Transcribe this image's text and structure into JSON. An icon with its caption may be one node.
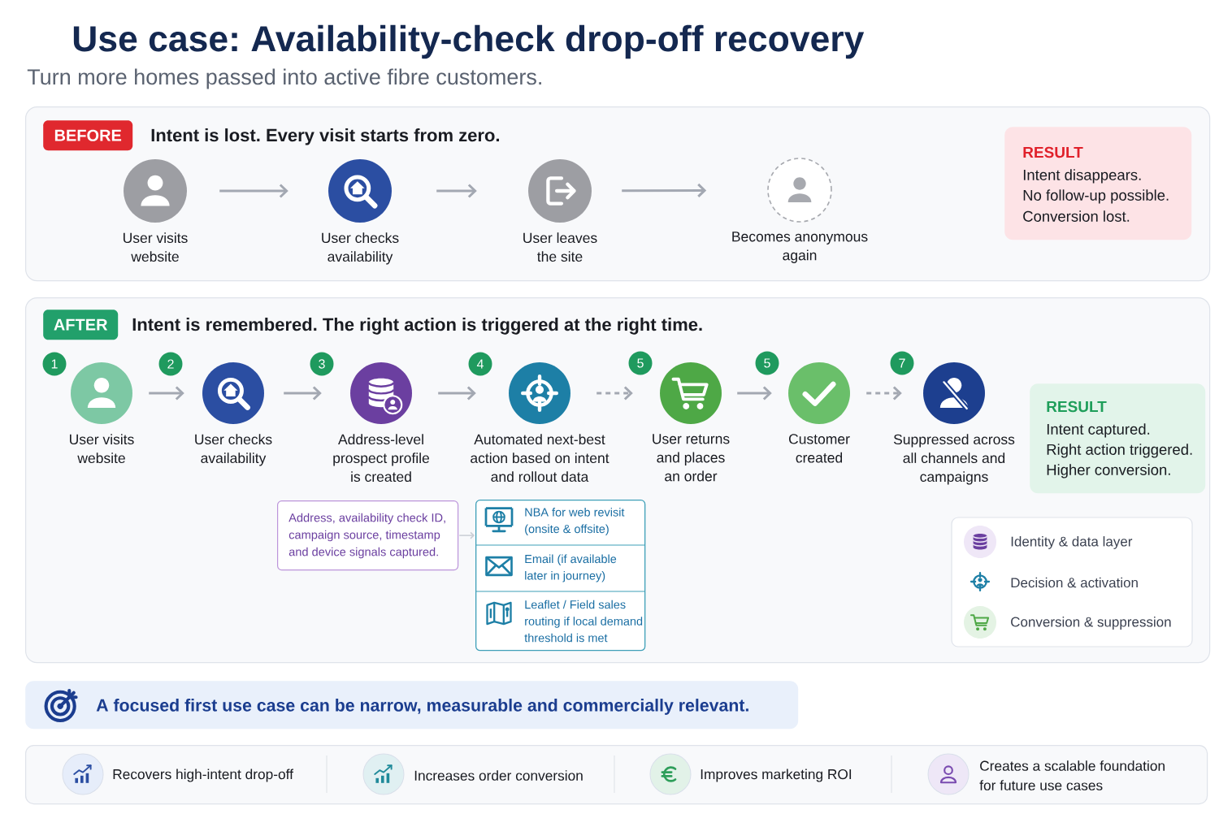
{
  "diagram": {
    "title": "Use case: Availability-check drop-off recovery",
    "nodes": [
      {
        "text": [
          "Intent is lost. Every visit starts from zero."
        ]
      },
      {
        "text": [
          "BEFORE"
        ],
        "in": 0
      },
      {
        "text": [
          "User visits website"
        ],
        "in": 0
      },
      {
        "text": [
          "User checks availability"
        ],
        "in": 0
      },
      {
        "text": [
          "User leaves the site"
        ],
        "in": 0
      },
      {
        "text": [
          "Becomes anonymous again"
        ],
        "in": 0
      },
      {
        "text": [
          "RESULT",
          "Intent disappears.",
          "No follow-up possible.",
          "Conversion lost."
        ],
        "in": 0
      },
      {
        "text": [
          "Intent is remembered. The right action is triggered at the right time."
        ]
      },
      {
        "text": [
          "AFTER"
        ],
        "in": 7
      },
      {
        "text": [
          "User visits website"
        ],
        "beside": [
          "1"
        ],
        "in": 7
      },
      {
        "text": [
          "User checks availability"
        ],
        "beside": [
          "2"
        ],
        "in": 7
      },
      {
        "text": [
          "Address-level prospect profile is created"
        ],
        "beside": [
          "3"
        ],
        "in": 7
      },
      {
        "text": [
          "Automated next-best action based on intent and rollout data"
        ],
        "beside": [
          "4"
        ],
        "in": 7
      },
      {
        "text": [
          "User returns and places an order"
        ],
        "beside": [
          "5"
        ],
        "in": 7
      },
      {
        "text": [
          "Customer created"
        ],
        "beside": [
          "5"
        ],
        "in": 7
      },
      {
        "text": [
          "Suppressed across all channels and campaigns"
        ],
        "beside": [
          "7"
        ],
        "in": 7
      },
      {
        "text": [
          "RESULT",
          "Intent captured.",
          "Right action triggered.",
          "Higher conversion."
        ],
        "in": 7
      },
      {
        "text": [
          "Address, availability check ID, campaign source, timestamp and device signals captured."
        ],
        "in": 7
      },
      {
        "text": [],
        "shape": "box",
        "in": 7
      },
      {
        "text": [
          "NBA for web revisit (onsite & offsite)"
        ],
        "in": 18
      },
      {
        "text": [
          "Email (if available later in journey)"
        ],
        "in": 18
      },
      {
        "text": [
          "Leaflet / Field sales routing if local demand threshold is met"
        ],
        "in": 18
      },
      {
        "text": [
          "A focused first use case can be narrow, measurable and commercially relevant."
        ]
      },
      {
        "text": [
          "Recovers high-intent drop-off",
          "Increases order conversion",
          "Improves marketing ROI",
          "Creates a scalable foundation for future use cases"
        ]
      }
    ],
    "edges": [
      {
        "from": 2,
        "to": 3,
        "arrow": "to"
      },
      {
        "from": 3,
        "to": 4,
        "arrow": "to"
      },
      {
        "from": 4,
        "to": 5,
        "arrow": "to"
      },
      {
        "from": 9,
        "to": 10,
        "arrow": "to"
      },
      {
        "from": 10,
        "to": 11,
        "arrow": "to"
      },
      {
        "from": 11,
        "to": 12,
        "arrow": "to"
      },
      {
        "from": 12,
        "to": 13,
        "arrow": "to",
        "style": "dashed"
      },
      {
        "from": 13,
        "to": 14,
        "arrow": "to"
      },
      {
        "from": 14,
        "to": 15,
        "arrow": "to",
        "style": "dashed"
      },
      {
        "from": 17,
        "to": 18,
        "arrow": "to",
        "color": "#c9cdd4"
      }
    ],
    "labels": [
      "Turn more homes passed into active fibre customers."
    ],
    "legend": [
      {
        "text": "Identity & data layer"
      },
      {
        "text": "Decision & activation"
      },
      {
        "text": "Conversion & suppression"
      }
    ]
  }
}
